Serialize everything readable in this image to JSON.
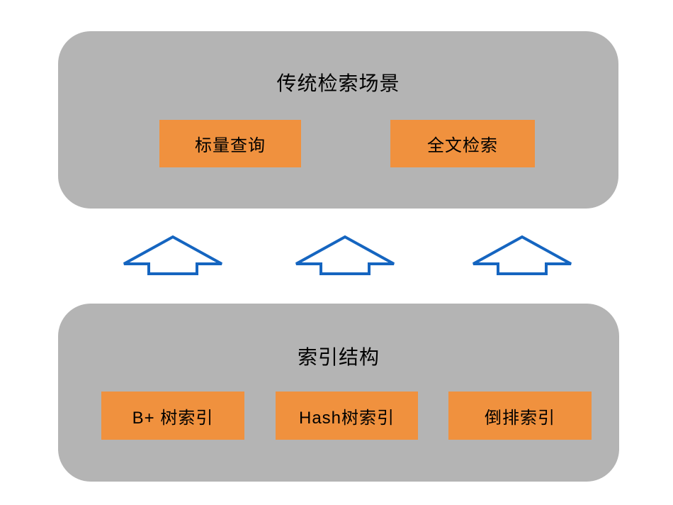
{
  "diagram": {
    "top_section": {
      "title": "传统检索场景",
      "items": [
        {
          "label": "标量查询"
        },
        {
          "label": "全文检索"
        }
      ]
    },
    "arrows": {
      "count": 3,
      "direction": "up",
      "style": "hollow-block-arrow"
    },
    "bottom_section": {
      "title": "索引结构",
      "items": [
        {
          "label": "B+ 树索引"
        },
        {
          "label": "Hash树索引"
        },
        {
          "label": "倒排索引"
        }
      ]
    },
    "colors": {
      "page_bg": "#FFFFFF",
      "section_bg": "#B4B4B4",
      "item_bg": "#F0913E",
      "arrow_color": "#1565C0",
      "text_color": "#000000"
    }
  }
}
